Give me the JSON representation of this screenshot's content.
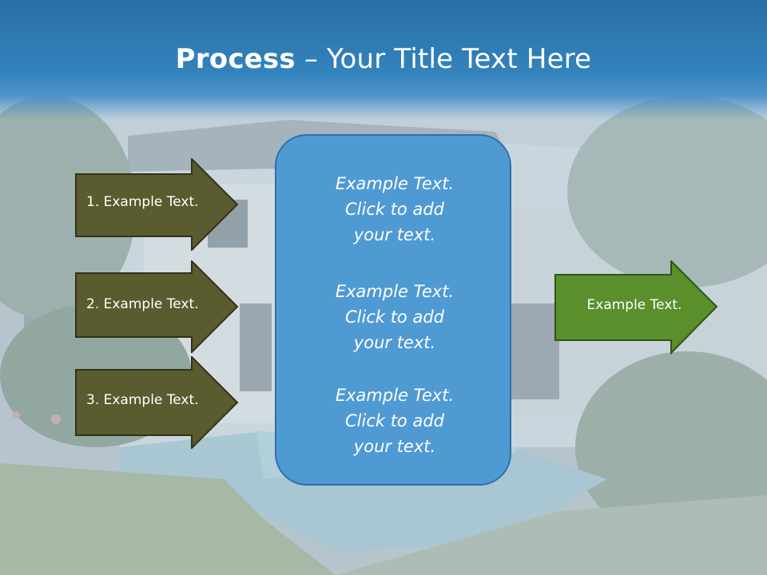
{
  "title": {
    "bold": "Process",
    "separator": " – ",
    "rest": "Your Title Text Here"
  },
  "inputs": [
    {
      "label": "1. Example Text."
    },
    {
      "label": "2. Example Text."
    },
    {
      "label": "3. Example Text."
    }
  ],
  "center": {
    "paragraphs": [
      {
        "lines": [
          "Example Text.",
          "Click  to add",
          "your text."
        ]
      },
      {
        "lines": [
          "Example Text.",
          "Click  to add",
          "your text."
        ]
      },
      {
        "lines": [
          "Example Text.",
          "Click  to add",
          "your text."
        ]
      }
    ]
  },
  "output": {
    "label": "Example Text."
  },
  "colors": {
    "header_blue": "#3383bd",
    "input_arrow_fill": "#5a5b2e",
    "output_arrow_fill": "#5a8f2c",
    "center_box_fill": "#4f9ad3"
  }
}
